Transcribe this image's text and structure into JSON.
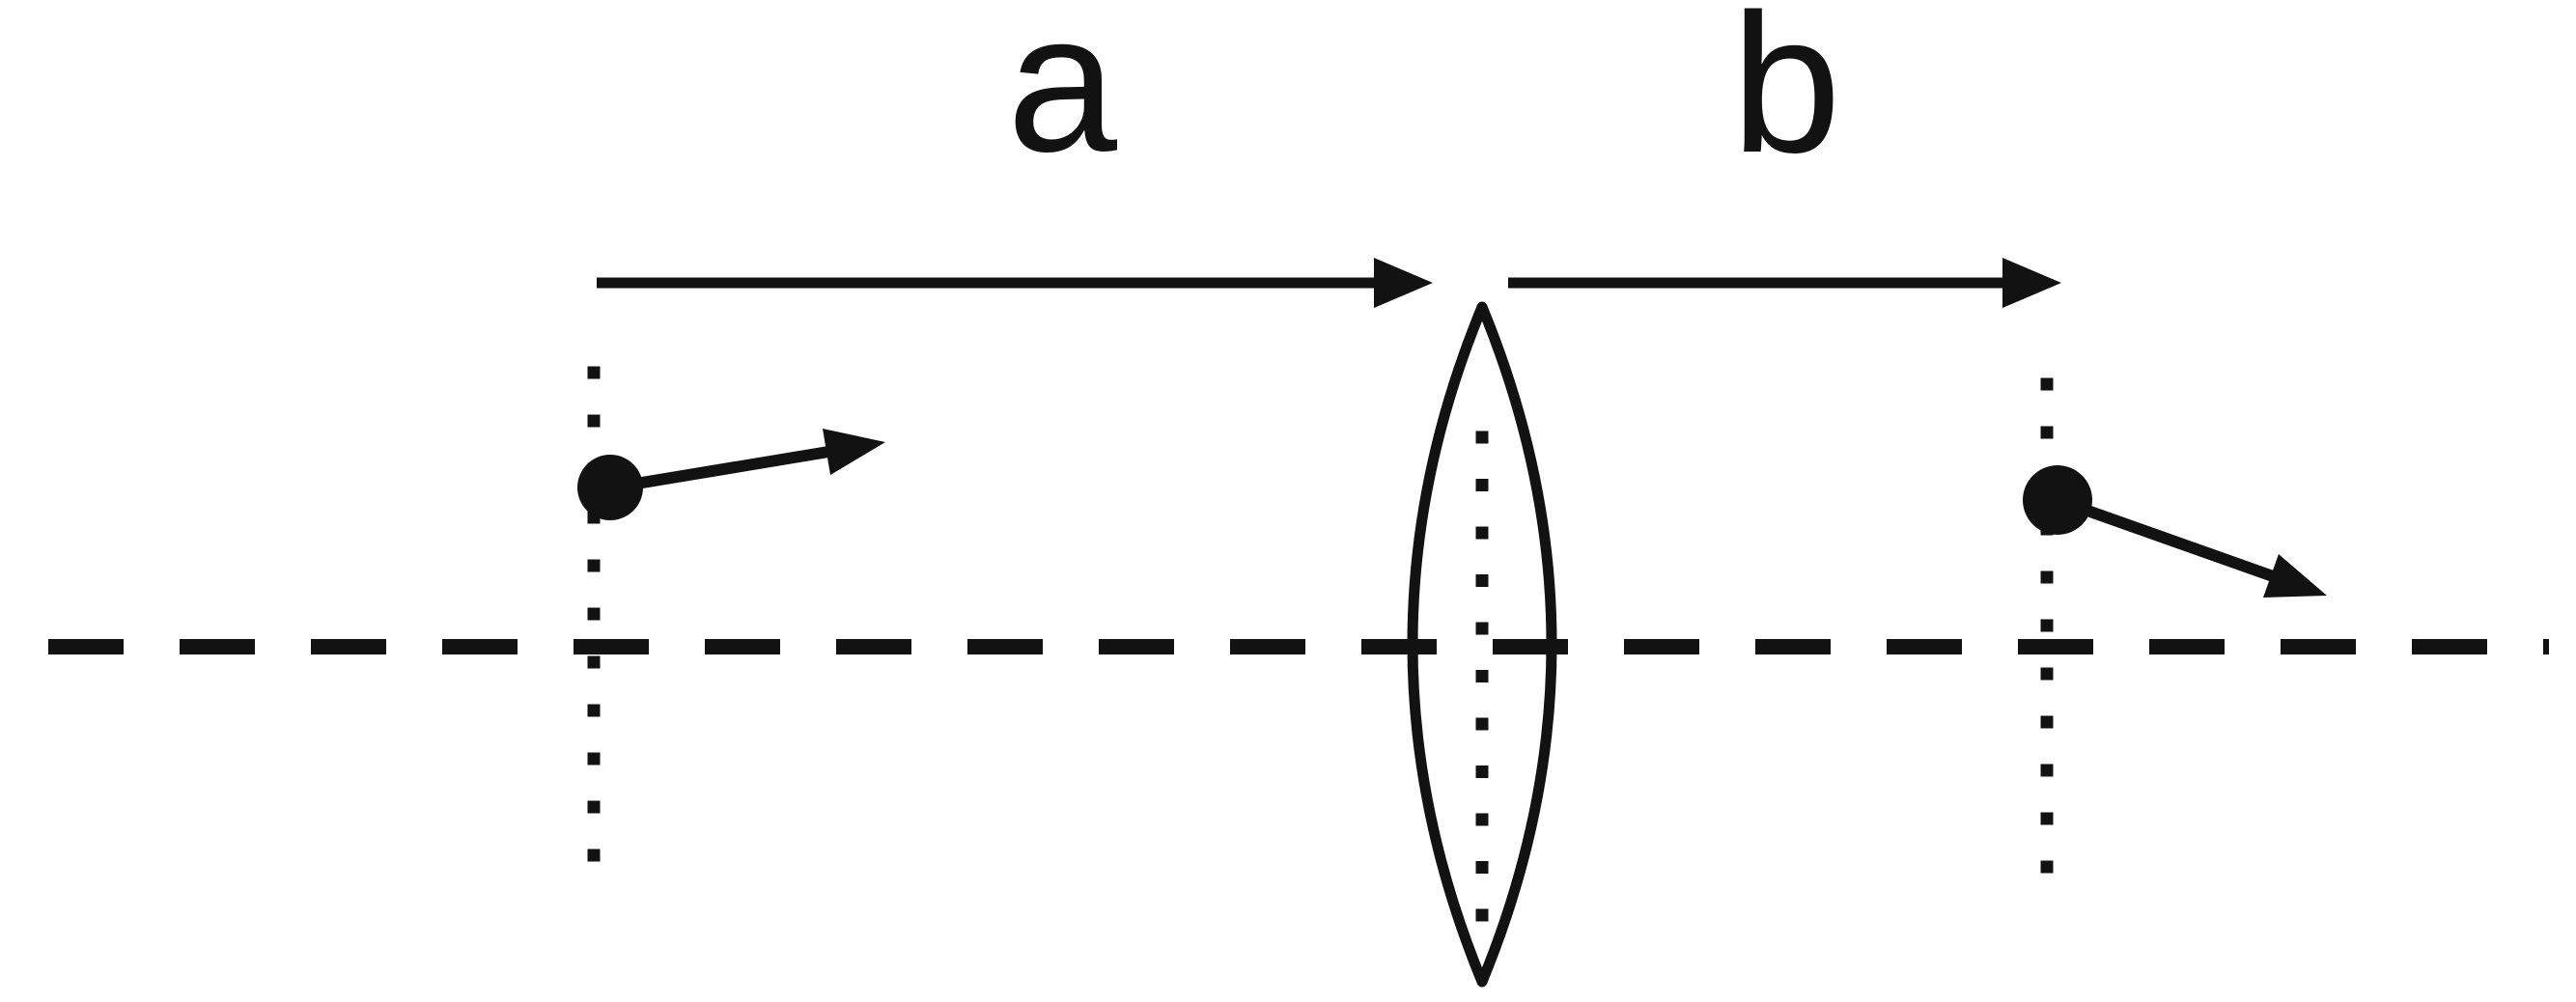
{
  "figure": {
    "labels": {
      "distance_a": "a",
      "distance_b": "b"
    },
    "colors": {
      "ink": "#121212",
      "background": "#ffffff"
    },
    "elements": {
      "lens": "biconvex-lens",
      "axis": "optical-axis-dashed-line",
      "object_plane": "object-plane-dotted-line",
      "image_plane": "image-plane-dotted-line",
      "object_point": "object-point-with-ray-arrow",
      "image_point": "image-point-with-ray-arrow",
      "distance_a": "object-distance-arrow",
      "distance_b": "image-distance-arrow"
    }
  }
}
